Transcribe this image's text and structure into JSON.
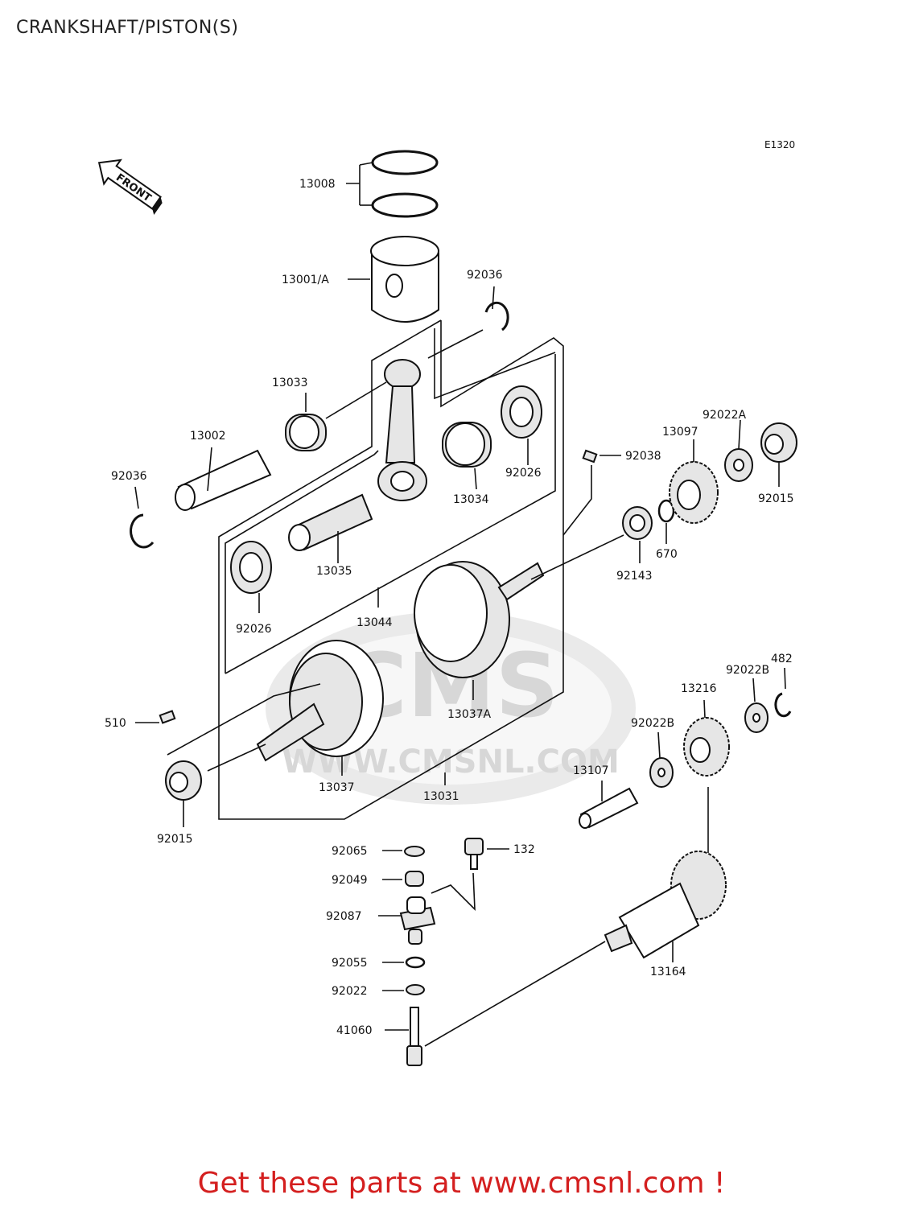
{
  "page": {
    "title": "CRANKSHAFT/PISTON(S)"
  },
  "diagram": {
    "code": "E1320",
    "front_label": "FRONT",
    "watermark": {
      "brand": "CMS",
      "url": "WWW.CMSNL.COM"
    },
    "parts": [
      {
        "label": "13008"
      },
      {
        "label": "13001/A"
      },
      {
        "label": "92036"
      },
      {
        "label": "13033"
      },
      {
        "label": "13002"
      },
      {
        "label": "92036"
      },
      {
        "label": "13034"
      },
      {
        "label": "92026"
      },
      {
        "label": "92022A"
      },
      {
        "label": "13097"
      },
      {
        "label": "92038"
      },
      {
        "label": "92015"
      },
      {
        "label": "670"
      },
      {
        "label": "92143"
      },
      {
        "label": "13035"
      },
      {
        "label": "92026"
      },
      {
        "label": "13044"
      },
      {
        "label": "13037A"
      },
      {
        "label": "482"
      },
      {
        "label": "92022B"
      },
      {
        "label": "13216"
      },
      {
        "label": "510"
      },
      {
        "label": "92022B"
      },
      {
        "label": "13107"
      },
      {
        "label": "13037"
      },
      {
        "label": "13031"
      },
      {
        "label": "92015"
      },
      {
        "label": "92065"
      },
      {
        "label": "132"
      },
      {
        "label": "92049"
      },
      {
        "label": "92087"
      },
      {
        "label": "92055"
      },
      {
        "label": "92022"
      },
      {
        "label": "41060"
      },
      {
        "label": "13164"
      }
    ]
  },
  "footer": {
    "text": "Get these parts at www.cmsnl.com !"
  }
}
